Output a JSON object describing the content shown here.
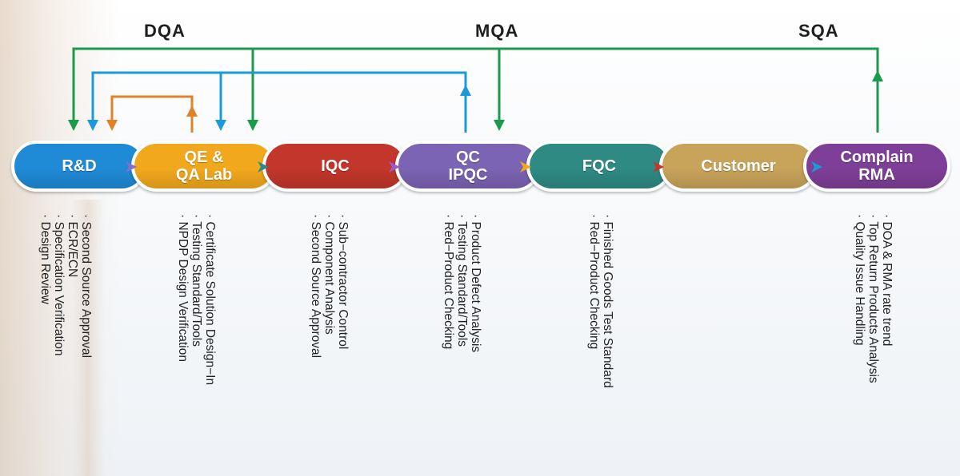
{
  "headers": {
    "dqa": "DQA",
    "mqa": "MQA",
    "sqa": "SQA"
  },
  "stages": [
    {
      "label": "R&D",
      "color": "#1f8ad6"
    },
    {
      "label": "QE &\nQA Lab",
      "color": "#f2a81d"
    },
    {
      "label": "IQC",
      "color": "#c3362b"
    },
    {
      "label": "QC\nIPQC",
      "color": "#7b64b4"
    },
    {
      "label": "FQC",
      "color": "#2f8a84"
    },
    {
      "label": "Customer",
      "color": "#c8a35a"
    },
    {
      "label": "Complain\nRMA",
      "color": "#7e3f98"
    }
  ],
  "lists": {
    "rnd": [
      "· Second Source Approval",
      "· ECR/ECN",
      "· Specification Verification",
      "· Design Review"
    ],
    "qe": [
      "· Certificate Solution Design−In",
      "· Testing Standard/Tools",
      "· NPDP Design Verification"
    ],
    "iqc": [
      "· Sub−contractor Control",
      "· Component Analysis",
      "· Second Source Approval"
    ],
    "qc": [
      "· Product Defect Analysis",
      "· Testing Standard/Tools",
      "· Red−Product Checking"
    ],
    "fqc": [
      "· Finished Goods Test Standard",
      "· Red−Product Checking"
    ],
    "rma": [
      "· DOA & RMA rate trend",
      "· Top Return Products Analysis",
      "· Quality Issue Handling"
    ]
  },
  "colors": {
    "green": "#1a9a4a",
    "blue": "#1b9ad8",
    "orange": "#e0822a"
  }
}
